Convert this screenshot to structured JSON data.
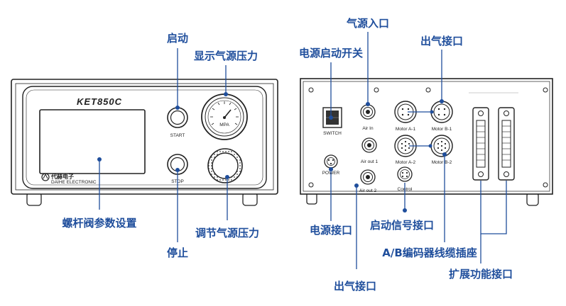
{
  "front_panel": {
    "model": "KET850C",
    "brand_logo": "DH",
    "brand_name_cn": "代赫电子",
    "brand_name_en": "DAIHE ELECTRONIC",
    "start_label": "START",
    "stop_label": "STOP",
    "gauge_unit": "MPA"
  },
  "back_panel": {
    "switch_label": "SWITCH",
    "air_in_label": "Air In",
    "air_out_1_label": "Air out 1",
    "air_out_2_label": "Air out 2",
    "power_label": "POWER",
    "control_label": "Control",
    "motor_a1_label": "Motor A-1",
    "motor_b1_label": "Motor B-1",
    "motor_a2_label": "Motor A-2",
    "motor_b2_label": "Motor B-2"
  },
  "callouts": {
    "start": "启动",
    "pressure_display": "显示气源压力",
    "screw_valve_settings": "螺杆阀参数设置",
    "adjust_pressure": "调节气源压力",
    "stop": "停止",
    "power_switch": "电源启动开关",
    "air_inlet": "气源入口",
    "air_outlet_top": "出气接口",
    "power_port": "电源接口",
    "start_signal_port": "启动信号接口",
    "encoder_socket": "A/B编码器线缆插座",
    "expansion_port": "扩展功能接口",
    "air_outlet_bottom": "出气接口"
  },
  "colors": {
    "callout": "#1f4e9c",
    "outline": "#222222"
  }
}
